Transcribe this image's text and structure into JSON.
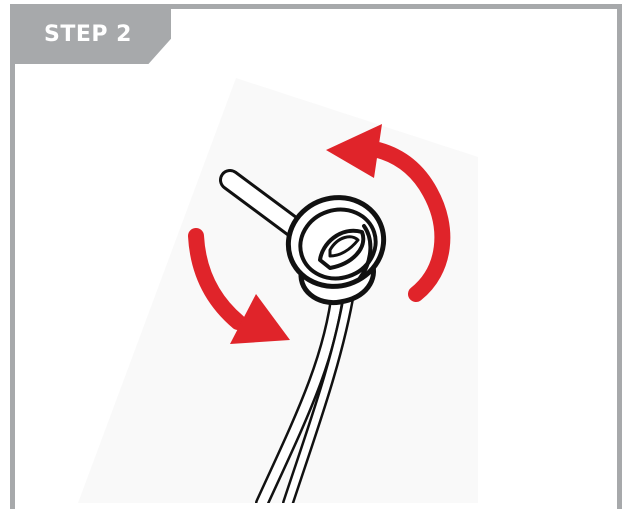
{
  "step": {
    "label": "STEP 2"
  },
  "colors": {
    "frame": "#a7a9ab",
    "arrow": "#e0242a",
    "outline": "#111111",
    "background": "#ffffff",
    "backdrop": "#f9f9f9"
  },
  "illustration": {
    "parts": [
      "earbud-cable",
      "ear-tip",
      "nozzle-pin",
      "rotate-arrow-left",
      "rotate-arrow-right"
    ]
  }
}
